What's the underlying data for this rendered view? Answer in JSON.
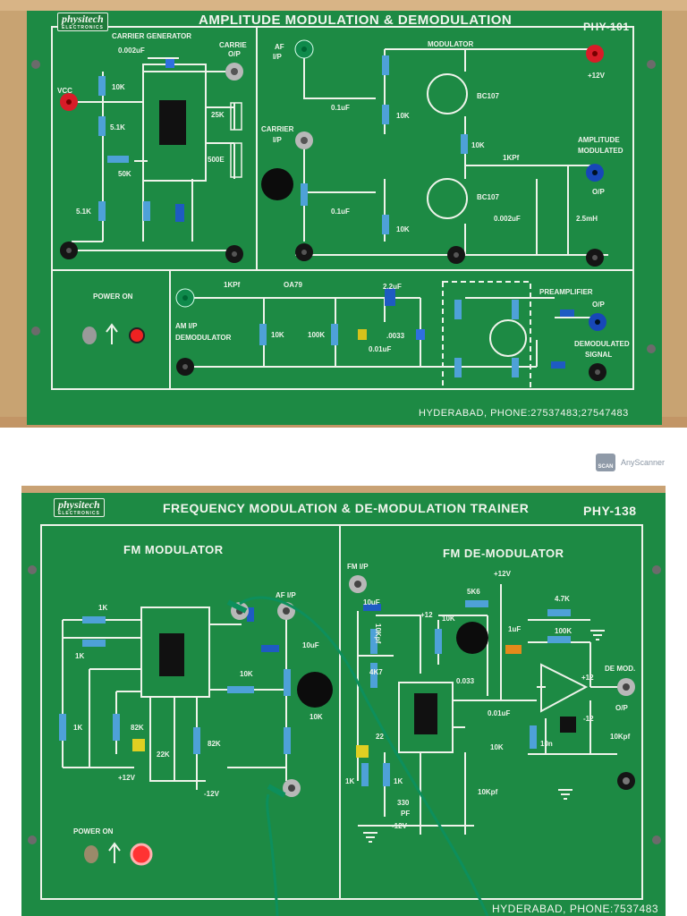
{
  "top_board": {
    "logo": "physitech",
    "logo_sub": "ELECTRONICS",
    "title": "AMPLITUDE MODULATION & DEMODULATION",
    "model": "PHY-101",
    "footer": "HYDERABAD, PHONE:27537483;27547483",
    "labels": {
      "carrier_generator": "CARRIER GENERATOR",
      "cap_002": "0.002uF",
      "carrier_op": "CARRIE",
      "carrier_op2": "O/P",
      "vcc": "VCC",
      "r10k_a": "10K",
      "r51k": "5.1K",
      "r50k": "50K",
      "r51k_b": "5.1K",
      "r25k": "25K",
      "r500e": "500E",
      "af_ip": "AF",
      "af_ip2": "I/P",
      "carrier_ip": "CARRIER",
      "carrier_ip2": "I/P",
      "c01uf_a": "0.1uF",
      "c01uf_b": "0.1uF",
      "r10k_b": "10K",
      "r10k_c": "10K",
      "r10k_d": "10K",
      "modulator": "MODULATOR",
      "bc107_a": "BC107",
      "bc107_b": "BC107",
      "plus12": "+12V",
      "kpf1": "1KPf",
      "am_op1": "AMPLITUDE",
      "am_op2": "MODULATED",
      "op": "O/P",
      "c0002": "0.002uF",
      "l25mh": "2.5mH",
      "power_on": "POWER ON",
      "kpf_dem": "1KPf",
      "oa79": "OA79",
      "am_ip": "AM I/P",
      "demodulator": "DEMODULATOR",
      "r10k_e": "10K",
      "r100k": "100K",
      "c001": "0.01uF",
      "c0033": ".0033",
      "c2uf": "2.2uF",
      "preamplifier": "PREAMPLIFIER",
      "pre_op": "O/P",
      "dem_sig1": "DEMODULATED",
      "dem_sig2": "SIGNAL"
    }
  },
  "bottom_board": {
    "logo": "physitech",
    "logo_sub": "ELECTRONICS",
    "title": "FREQUENCY MODULATION & DE-MODULATION TRAINER",
    "model": "PHY-138",
    "footer": "HYDERABAD, PHONE:7537483",
    "labels": {
      "fm_modulator": "FM MODULATOR",
      "fm_demodulator": "FM DE-MODULATOR",
      "r1k_a": "1K",
      "r1k_b": "1K",
      "r1k_c": "1K",
      "r82k_a": "82K",
      "r82k_b": "82K",
      "r22k": "22K",
      "plus12": "+12V",
      "minus12": "-12V",
      "r10k_a": "10K",
      "r10k_b": "10K",
      "af_ip": "AF I/P",
      "c10uf": "10uF",
      "power_on": "POWER ON",
      "fm_ip": "FM I/P",
      "c10uf_b": "10uF",
      "r10kpf": "10Kpf",
      "r4k7": "4K7",
      "p12_a": "+12",
      "r10k_c": "10K",
      "r5k6": "5K6",
      "p12_b": "+12V",
      "c1uf": "1uF",
      "c0033": "0.033",
      "c001": "0.01uF",
      "r10k_d": "10K",
      "r1k_d": "1K",
      "r1k_e": "1K",
      "r22_b": "22",
      "c330": "330",
      "pf": "PF",
      "minus12b": "-12V",
      "c10kpf": "10Kpf",
      "r4k7b": "4.7K",
      "r100k": "100K",
      "p12_c": "+12",
      "m12": "-12",
      "c10n": "10n",
      "de_mod": "DE MOD.",
      "de_op": "O/P",
      "c10kpf_b": "10Kpf"
    }
  },
  "watermark": {
    "icon_text": "SCAN",
    "brand": "AnyScanner"
  },
  "colors": {
    "board_green": "#1d8a44",
    "board_dark": "#157236",
    "trace_white": "#eef3ea",
    "wood": "#c9a070",
    "red_jack": "#d81c28",
    "green_jack": "#0f8a4b",
    "blue_jack": "#1747b8",
    "black_jack": "#151515"
  }
}
